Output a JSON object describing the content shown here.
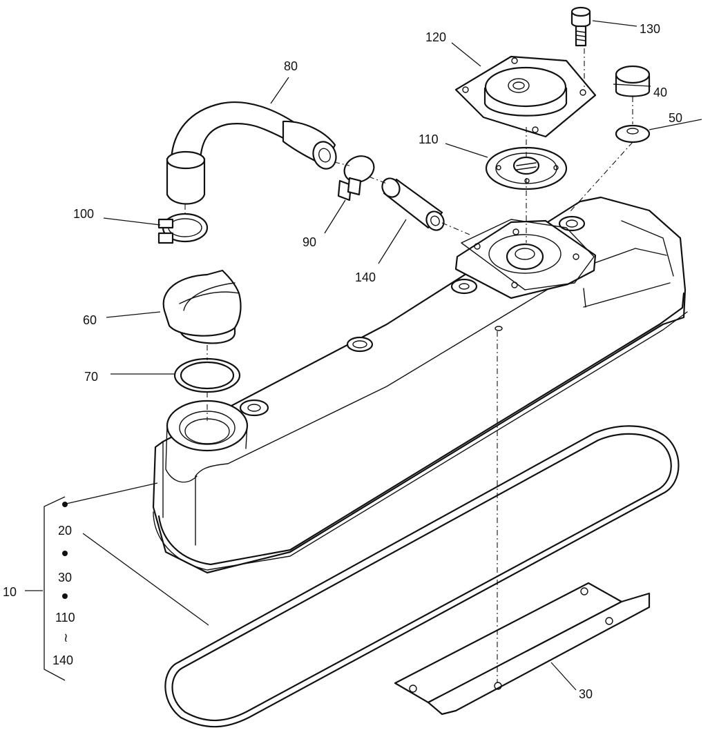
{
  "callouts": {
    "c10": "10",
    "c20": "20",
    "c30_bracket": "30",
    "c30": "30",
    "c40": "40",
    "c50": "50",
    "c60": "60",
    "c70": "70",
    "c80": "80",
    "c90": "90",
    "c100": "100",
    "c110": "110",
    "c110_bracket": "110",
    "c120": "120",
    "c130": "130",
    "c140": "140",
    "c140_bracket": "140"
  },
  "bracket_range_symbol": "≀"
}
